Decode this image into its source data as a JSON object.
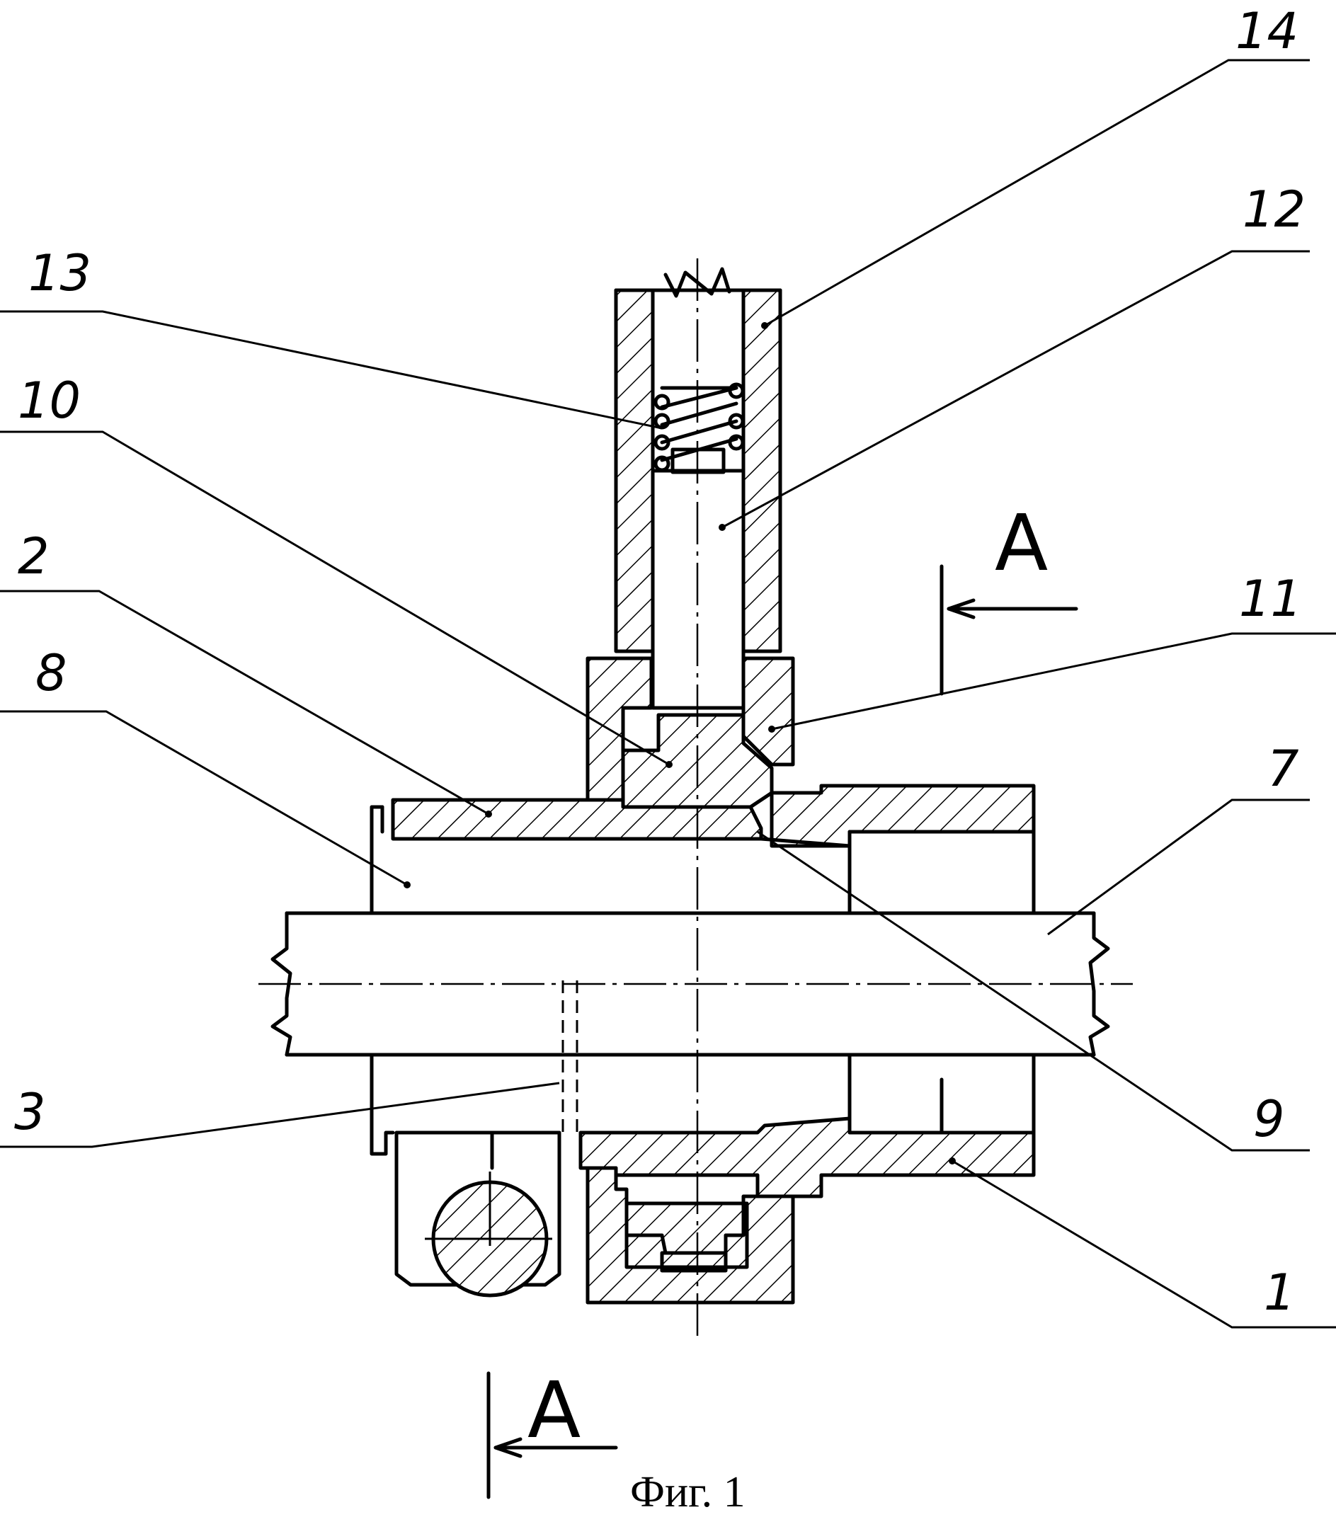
{
  "figure": {
    "caption": "Фиг. 1",
    "section_mark": "A"
  },
  "callouts": [
    {
      "id": "14",
      "text": "14"
    },
    {
      "id": "12",
      "text": "12"
    },
    {
      "id": "13",
      "text": "13"
    },
    {
      "id": "10",
      "text": "10"
    },
    {
      "id": "2",
      "text": "2"
    },
    {
      "id": "8",
      "text": "8"
    },
    {
      "id": "11",
      "text": "11"
    },
    {
      "id": "7",
      "text": "7"
    },
    {
      "id": "3",
      "text": "3"
    },
    {
      "id": "9",
      "text": "9"
    },
    {
      "id": "1",
      "text": "1"
    }
  ],
  "style": {
    "ink": "#000000",
    "paper": "#ffffff"
  }
}
